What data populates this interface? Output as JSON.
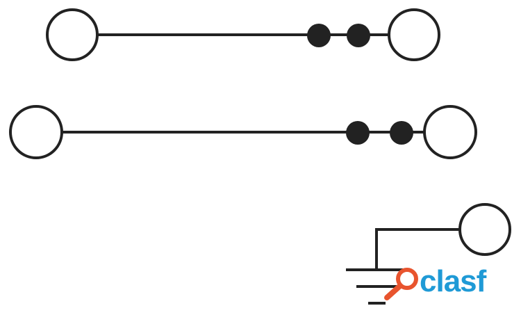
{
  "diagram": {
    "rows": [
      {
        "id": "level-1",
        "bridge_positions": 2
      },
      {
        "id": "level-2",
        "bridge_positions": 2
      },
      {
        "id": "pe-ground",
        "symbol": "ground"
      }
    ]
  },
  "watermark": {
    "text": "clasf",
    "icon": "magnifier-icon",
    "colors": {
      "text": "#1f9ad6",
      "icon": "#e8542e"
    }
  },
  "colors": {
    "line": "#222222",
    "background": "#ffffff"
  }
}
